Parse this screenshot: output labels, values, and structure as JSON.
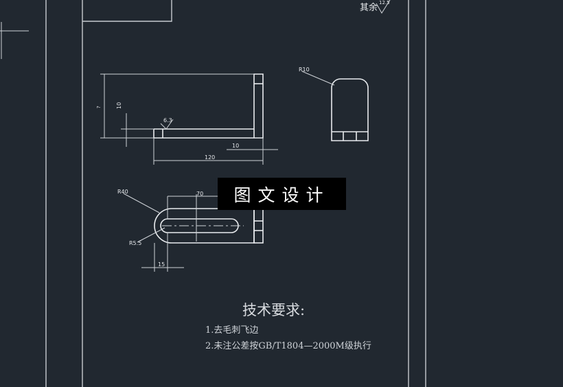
{
  "title_block": {
    "qita_label": "其余",
    "qita_roughness": "12.5"
  },
  "front_view": {
    "dim_overall_height": "?",
    "dim_thickness": "10",
    "dim_length": "120",
    "dim_end": "10",
    "roughness": "6.3"
  },
  "side_view": {
    "radius_label": "R10"
  },
  "top_view": {
    "radius_label": "R40",
    "slot_label": "R5.5",
    "dim_slot": "70",
    "dim_offset": "15"
  },
  "watermark": "图文设计",
  "tech_requirements": {
    "title": "技术要求:",
    "item1": "1.去毛刺飞边",
    "item2": "2.未注公差按GB/T1804—2000M级执行"
  }
}
